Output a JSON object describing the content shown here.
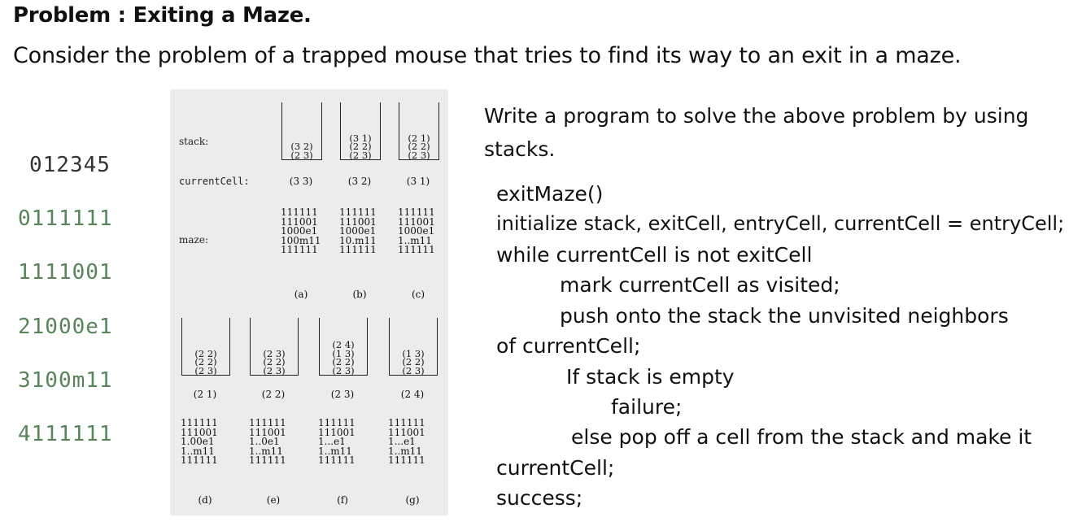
{
  "title": "Problem : Exiting a Maze.",
  "intro": "Consider the problem of a trapped mouse that tries to find its way to an exit in a maze.",
  "grid": {
    "header": "012345",
    "rows": [
      "0111111",
      "1111001",
      "21000e1",
      "3100m11",
      "4111111"
    ]
  },
  "figure": {
    "stack_label": "stack:",
    "current_label": "currentCell:",
    "maze_label": "maze:",
    "top_stacks": [
      {
        "entries": [
          "(3 2)",
          "(2 3)"
        ],
        "current": "(3 3)",
        "maze": "111111\n111001\n1000e1\n100m11\n111111",
        "caption": "(a)"
      },
      {
        "entries": [
          "(3 1)",
          "(2 2)",
          "(2 3)"
        ],
        "current": "(3 2)",
        "maze": "111111\n111001\n1000e1\n10.m11\n111111",
        "caption": "(b)"
      },
      {
        "entries": [
          "(2 1)",
          "(2 2)",
          "(2 3)"
        ],
        "current": "(3 1)",
        "maze": "111111\n111001\n1000e1\n1..m11\n111111",
        "caption": "(c)"
      }
    ],
    "bottom_stacks": [
      {
        "entries": [
          "(2 2)",
          "(2 2)",
          "(2 3)"
        ],
        "current": "(2 1)",
        "maze": "111111\n111001\n1.00e1\n1..m11\n111111",
        "caption": "(d)"
      },
      {
        "entries": [
          "(2 3)",
          "(2 2)",
          "(2 3)"
        ],
        "current": "(2 2)",
        "maze": "111111\n111001\n1..0e1\n1..m11\n111111",
        "caption": "(e)"
      },
      {
        "entries": [
          "(2 4)",
          "(1 3)",
          "(2 2)",
          "(2 3)"
        ],
        "current": "(2 3)",
        "maze": "111111\n111001\n1...e1\n1..m11\n111111",
        "caption": "(f)"
      },
      {
        "entries": [
          "(1 3)",
          "(2 2)",
          "(2 3)"
        ],
        "current": "(2 4)",
        "maze": "111111\n111001\n1...e1\n1..m11\n111111",
        "caption": "(g)"
      }
    ]
  },
  "task": "Write a program to solve the above problem by using stacks.",
  "pseudocode": [
    "exitMaze()",
    "initialize stack, exitCell, entryCell, currentCell = entryCell;",
    "while currentCell is not exitCell",
    "mark currentCell as visited;",
    "push onto the stack the unvisited neighbors",
    "of currentCell;",
    "If stack is empty",
    "failure;",
    "else pop off a cell from the stack and make it",
    "currentCell;",
    "success;"
  ]
}
